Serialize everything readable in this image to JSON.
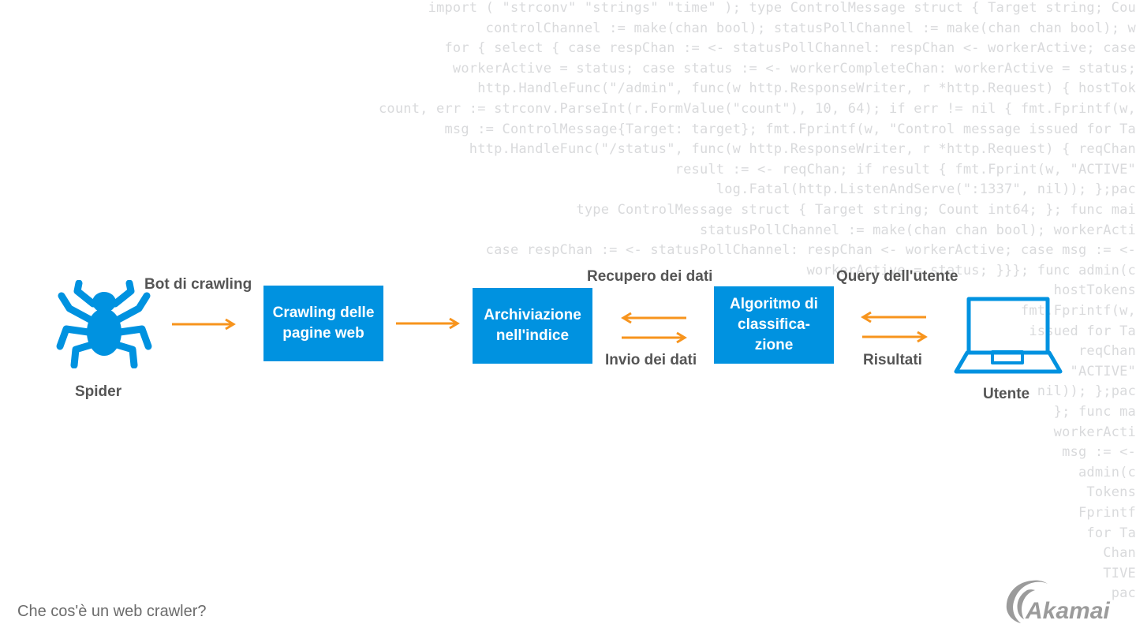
{
  "background_code": [
    "import ( \"strconv\" \"strings\" \"time\" ); type ControlMessage struct { Target string; Cou",
    "controlChannel := make(chan bool); statusPollChannel := make(chan chan bool); w",
    "for { select { case respChan := <- statusPollChannel: respChan <- workerActive; case",
    "workerActive = status; case status := <- workerCompleteChan: workerActive = status;",
    "http.HandleFunc(\"/admin\", func(w http.ResponseWriter, r *http.Request) { hostTok",
    "count, err := strconv.ParseInt(r.FormValue(\"count\"), 10, 64); if err != nil { fmt.Fprintf(w,",
    "msg := ControlMessage{Target: target}; fmt.Fprintf(w, \"Control message issued for Ta",
    "http.HandleFunc(\"/status\", func(w http.ResponseWriter, r *http.Request) { reqChan",
    "result := <- reqChan; if result { fmt.Fprint(w, \"ACTIVE\"",
    "log.Fatal(http.ListenAndServe(\":1337\", nil)); };pac",
    "type ControlMessage struct { Target string; Count int64; }; func mai",
    "statusPollChannel := make(chan chan bool); workerActi",
    "case respChan := <- statusPollChannel: respChan <- workerActive; case msg := <-",
    "workerActive = status; }}}; func admin(c",
    "hostTokens",
    "fmt.Fprintf(w,",
    "issued for Ta",
    "reqChan",
    "\"ACTIVE\"",
    "nil)); };pac",
    "}; func ma",
    "workerActi",
    "msg := <-",
    "admin(c",
    "Tokens",
    "Fprintf",
    "for Ta",
    "Chan",
    "TIVE",
    "pac"
  ],
  "nodes": {
    "spider": {
      "label": "Spider"
    },
    "crawling": {
      "label": "Crawling delle\npagine web"
    },
    "archiviazione": {
      "label": "Archiviazione\nnell'indice"
    },
    "algoritmo": {
      "label": "Algoritmo di\nclassifica-\nzione"
    },
    "utente": {
      "label": "Utente"
    }
  },
  "edges": {
    "bot": {
      "label": "Bot di crawling"
    },
    "recupero": {
      "label": "Recupero dei dati"
    },
    "invio": {
      "label": "Invio dei dati"
    },
    "query": {
      "label": "Query dell'utente"
    },
    "risultati": {
      "label": "Risultati"
    }
  },
  "caption": "Che cos'è un web crawler?",
  "logo_text": "Akamai",
  "colors": {
    "box": "#0092e0",
    "arrow": "#f7941d",
    "icon": "#0092e0",
    "label": "#555555",
    "caption": "#6c6c6c",
    "code": "#d9dadc",
    "logo": "#9b9b9b"
  }
}
